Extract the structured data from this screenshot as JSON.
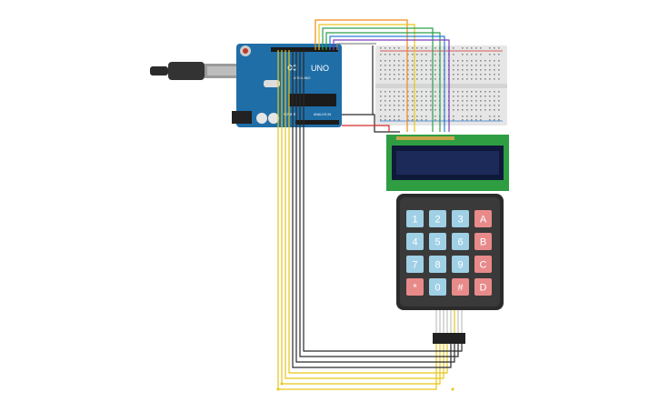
{
  "arduino": {
    "logo_text": "∞",
    "model_label": "UNO",
    "brand_label": "ARDUINO",
    "power_label": "POWER",
    "analog_label": "ANALOG IN"
  },
  "keypad": {
    "rows": [
      [
        "1",
        "2",
        "3",
        "A"
      ],
      [
        "4",
        "5",
        "6",
        "B"
      ],
      [
        "7",
        "8",
        "9",
        "C"
      ],
      [
        "*",
        "0",
        "#",
        "D"
      ]
    ]
  },
  "colors": {
    "arduino_board": "#1f6ea8",
    "breadboard": "#e6e6e6",
    "lcd_frame": "#2f9e43",
    "lcd_screen": "#1c2a5a",
    "keypad_body": "#2b2b2b",
    "key_numeric": "#9fd0e6",
    "key_letter": "#e88a8a",
    "wire_yellow": "#e6c619",
    "wire_black": "#2a2a2a",
    "wire_red": "#d62b2b",
    "wire_orange": "#f08a1a",
    "wire_green": "#2aa14a",
    "wire_blue": "#2a7ad6",
    "wire_purple": "#7d3fb8",
    "wire_gray": "#8a8a8a"
  }
}
